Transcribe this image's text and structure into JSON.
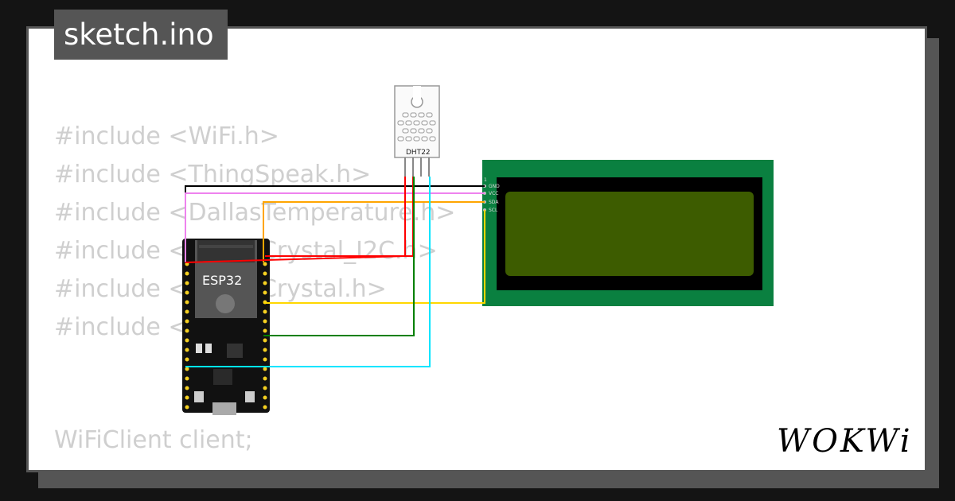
{
  "title": "sketch.ino",
  "code_lines": [
    "#include <WiFi.h>",
    "#include <ThingSpeak.h>",
    "#include <DallasTemperature.h>",
    "#include <LiquidCrystal_I2C.h>",
    "#include <LiquidCrystal.h>",
    "#include <"
  ],
  "code_tail": "WiFiClient client;",
  "esp32": {
    "label": "ESP32"
  },
  "dht22": {
    "label": "DHT22"
  },
  "lcd": {
    "pins": [
      "GND",
      "VCC",
      "SDA",
      "SCL"
    ],
    "pin_marker": "1"
  },
  "logo": "WOKWi",
  "colors": {
    "wire_black": "#000000",
    "wire_pink": "#ee82ee",
    "wire_orange": "#ffa500",
    "wire_red": "#ff0000",
    "wire_yellow": "#ffd700",
    "wire_green": "#008000",
    "wire_cyan": "#00e5ff",
    "lcd_board": "#0a8040",
    "lcd_screen": "#3d5c00"
  }
}
